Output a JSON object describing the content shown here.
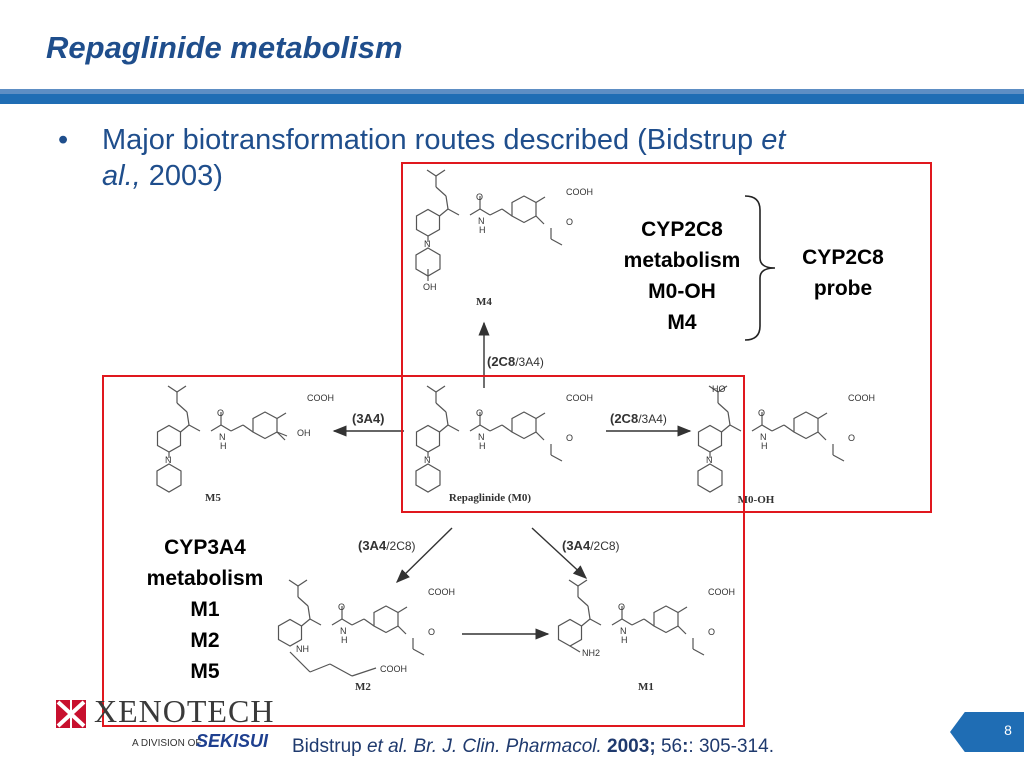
{
  "slide": {
    "title": "Repaglinide metabolism",
    "bullet": {
      "text": "Major biotransformation routes described (Bidstrup ",
      "et": "et",
      "al": "al.,",
      "year": " 2003)"
    },
    "labels": {
      "cyp2c8_metabolism": [
        "CYP2C8",
        "metabolism",
        "M0-OH",
        "M4"
      ],
      "cyp2c8_probe": [
        "CYP2C8",
        "probe"
      ],
      "cyp3a4_metabolism": [
        "CYP3A4",
        "metabolism",
        "M1",
        "M2",
        "M5"
      ]
    },
    "scheme": {
      "compounds": {
        "m0": "Repaglinide (M0)",
        "m1": "M1",
        "m2": "M2",
        "m4": "M4",
        "m5": "M5",
        "m0oh": "M0-OH"
      },
      "arrows": {
        "to_m4_major": "(2C8",
        "to_m4_minor": "/3A4)",
        "to_m5": "(3A4)",
        "to_m0oh_major": "(2C8",
        "to_m0oh_minor": "/3A4)",
        "to_m2_major": "(3A4",
        "to_m2_minor": "/2C8)",
        "to_m1_major": "(3A4",
        "to_m1_minor": "/2C8)"
      },
      "atoms": {
        "cooh": "COOH",
        "oh": "OH",
        "ho": "HO",
        "n": "N",
        "h": "H",
        "o": "O",
        "nh": "NH",
        "nh2": "NH2"
      }
    },
    "citation": {
      "author": "Bidstrup ",
      "etal": "et al.",
      "journal": "Br. J. Clin. Pharmacol.",
      "year": "2003;",
      "volume": "56",
      "pages": ": 305-314."
    },
    "footer": {
      "logo_name": "XENOTECH",
      "logo_division": "A DIVISION OF",
      "logo_parent": "SEKISUI",
      "page_number": "8"
    },
    "colors": {
      "title": "#1f4e8c",
      "bar": "#1f6db4",
      "highlight_box": "#e0181e"
    }
  }
}
